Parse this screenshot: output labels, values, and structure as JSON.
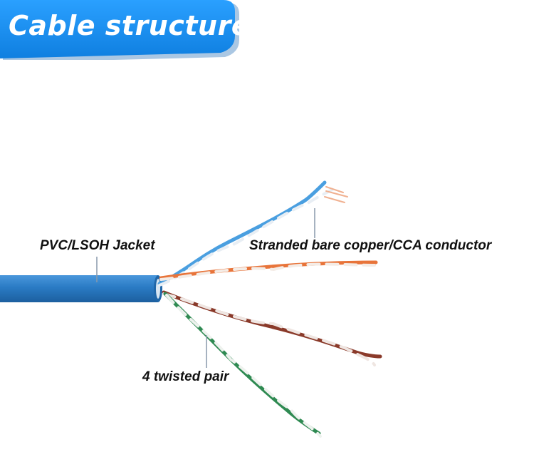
{
  "banner": {
    "title": "Cable structure",
    "color": "#1a8ff0"
  },
  "labels": {
    "jacket": "PVC/LSOH Jacket",
    "conductor": "Stranded bare copper/CCA conductor",
    "pairs": "4 twisted pair"
  },
  "colors": {
    "jacket": "#2a7bc4",
    "pair_blue": "#4a9fe0",
    "pair_orange": "#e8743a",
    "pair_brown": "#8a3a2a",
    "pair_green": "#2f8a52",
    "leader_line": "#8899aa"
  }
}
